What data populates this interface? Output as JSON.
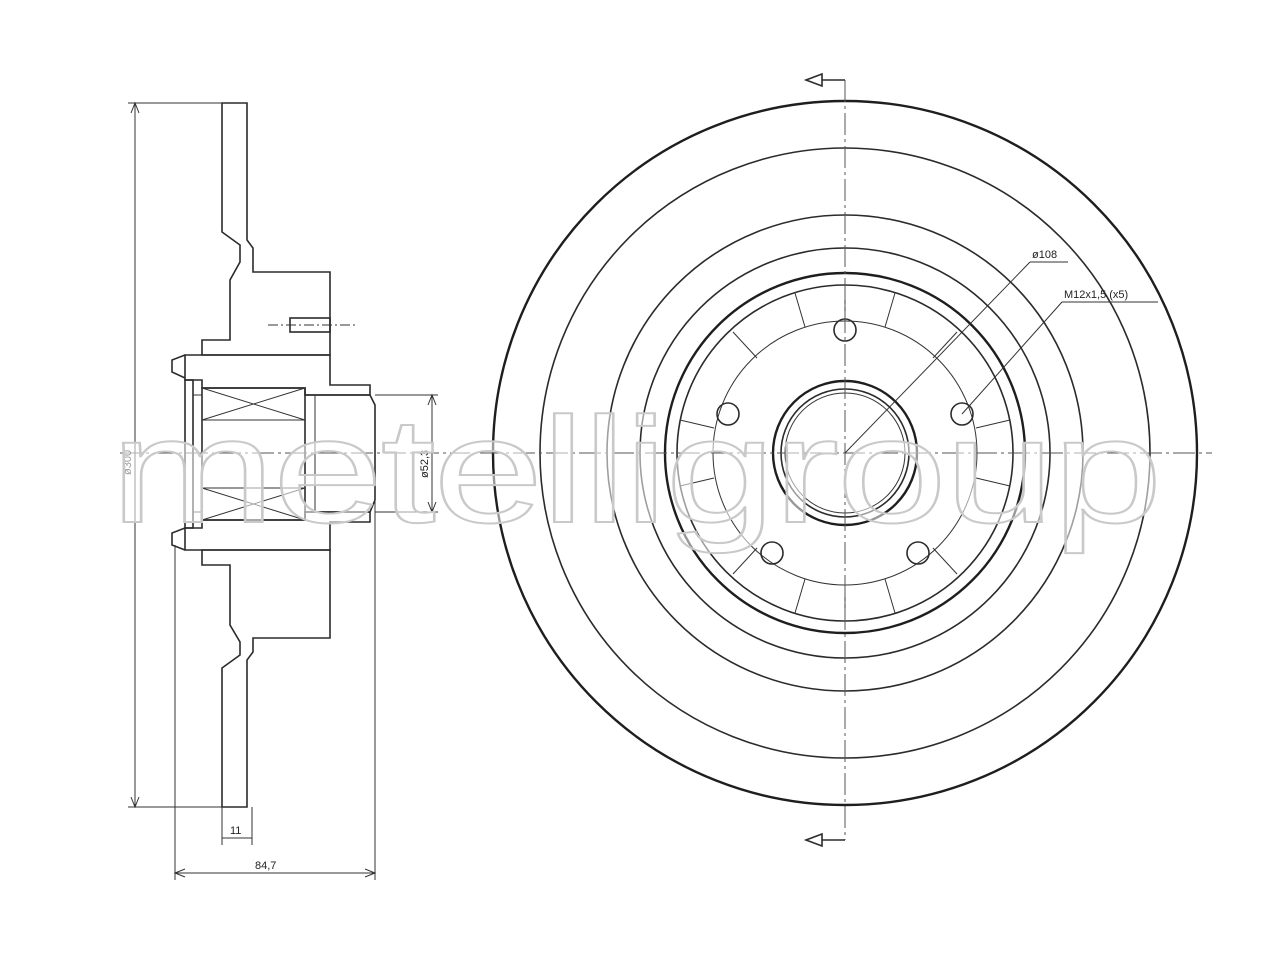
{
  "drawing": {
    "watermark": "metelligroup",
    "dimensions": {
      "overall_diameter": "ø300",
      "bore_diameter": "ø52,3",
      "pitch_circle_diameter": "ø108",
      "bolt_holes": "M12x1,5 (x5)",
      "disc_thickness": "11",
      "overall_height": "84,7"
    }
  },
  "colors": {
    "line": "#2b2b2b",
    "hatch": "#555555",
    "background": "#ffffff",
    "watermark_outline": "#c9c9c9"
  }
}
